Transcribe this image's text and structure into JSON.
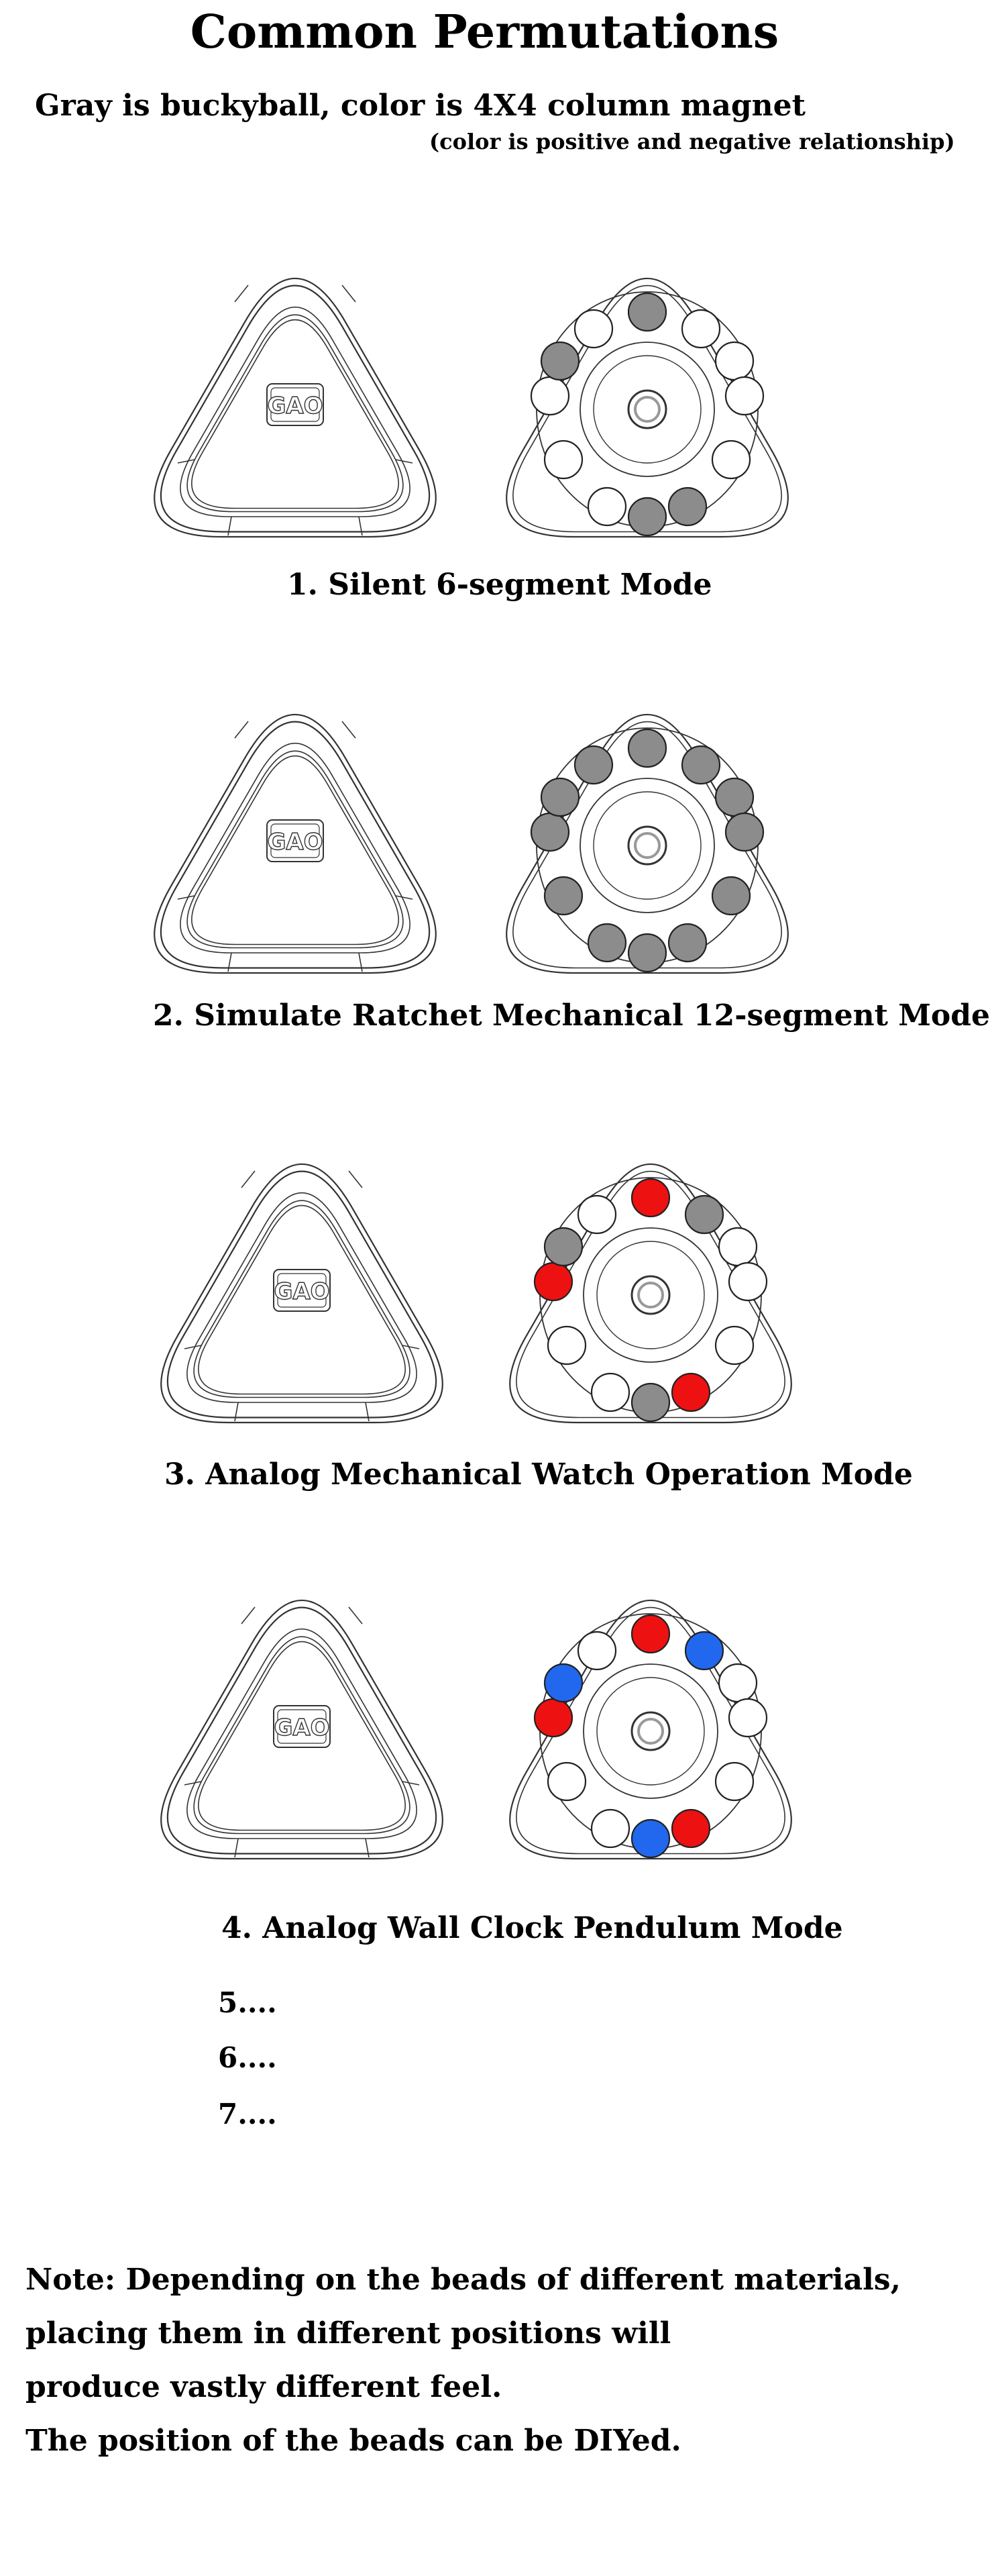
{
  "header": {
    "title": "Common Permutations",
    "subtitle": "Gray is buckyball, color is 4X4 column magnet",
    "subnote": "(color is positive and negative relationship)"
  },
  "logo_text": "GAO",
  "colors": {
    "gray": "#8c8c8c",
    "white": "#ffffff",
    "red": "#ee1111",
    "blue": "#2268ee",
    "outline": "#333333"
  },
  "modes": [
    {
      "caption": "1. Silent 6-segment Mode",
      "beads": [
        "gray",
        "white",
        "white",
        "white",
        "white",
        "gray",
        "gray",
        "white",
        "white",
        "white",
        "gray",
        "white"
      ]
    },
    {
      "caption": "2. Simulate Ratchet Mechanical 12-segment Mode",
      "beads": [
        "gray",
        "gray",
        "gray",
        "gray",
        "gray",
        "gray",
        "gray",
        "gray",
        "gray",
        "gray",
        "gray",
        "gray"
      ]
    },
    {
      "caption": "3. Analog Mechanical Watch Operation Mode",
      "beads": [
        "red",
        "gray",
        "white",
        "white",
        "white",
        "red",
        "gray",
        "white",
        "white",
        "red",
        "gray",
        "white"
      ]
    },
    {
      "caption": "4. Analog Wall Clock Pendulum Mode",
      "beads": [
        "red",
        "blue",
        "white",
        "white",
        "white",
        "red",
        "blue",
        "white",
        "white",
        "red",
        "blue",
        "white"
      ]
    }
  ],
  "more_items": [
    "5....",
    "6....",
    "7...."
  ],
  "note_lines": [
    "Note: Depending on the beads of different materials,",
    "placing them in different positions will",
    "produce vastly different feel.",
    "The position of the beads can be DIYed."
  ]
}
